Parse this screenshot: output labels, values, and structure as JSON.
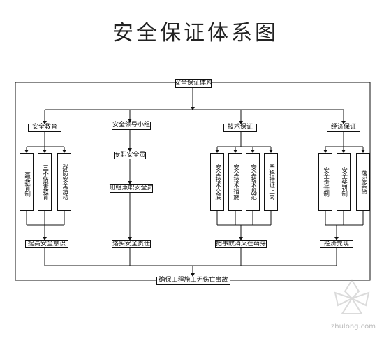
{
  "title": "安全保证体系图",
  "root": "安全保证体系",
  "branches": [
    {
      "label": "安全教育",
      "items": [
        "三级教育制",
        "三不伤害教育",
        "群防安全活动"
      ],
      "bottom": "提高安全意识"
    },
    {
      "chain": [
        "安全领导小组",
        "专职安全员",
        "班组兼职安全员"
      ],
      "bottom": "落实安全责任"
    },
    {
      "label": "技术保证",
      "items": [
        "安全技术交底",
        "安全技术措施",
        "安全技术规范",
        "严格持证上岗"
      ],
      "bottom": "把事故消灭在萌芽"
    },
    {
      "label": "经济保证",
      "items": [
        "安全责任制",
        "安全奖罚制",
        "落实奖惩"
      ],
      "bottom": "经济兑现"
    }
  ],
  "goal": "确保工程施工无伤亡事故",
  "watermark": "zhulong.com"
}
